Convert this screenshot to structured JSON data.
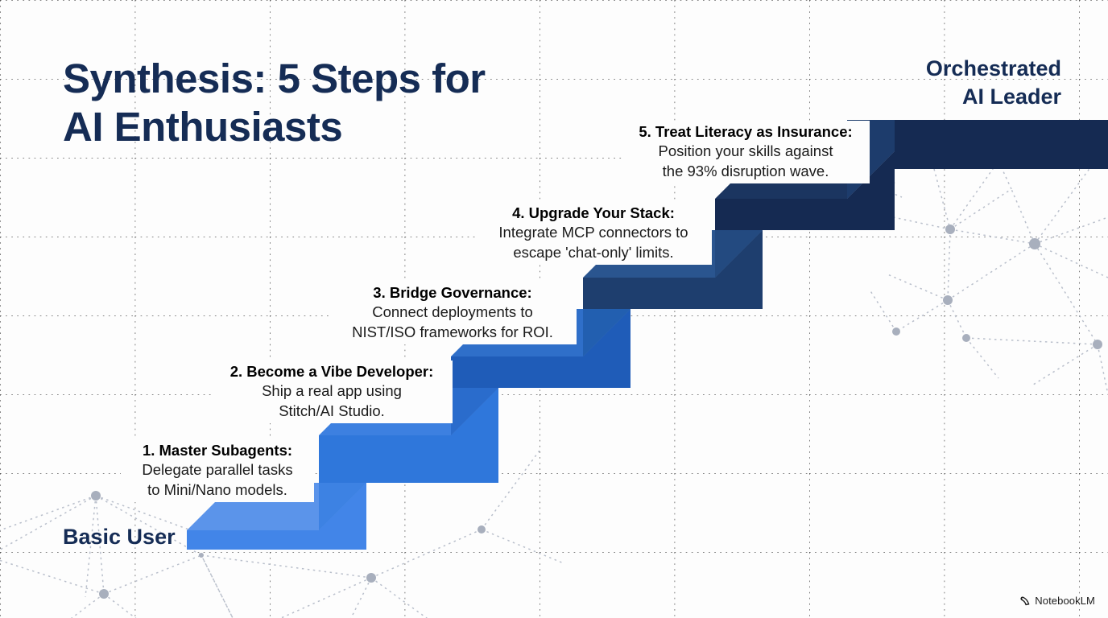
{
  "slide": {
    "title": "Synthesis: 5 Steps for AI Enthusiasts",
    "title_line1": "Synthesis: 5 Steps for",
    "title_line2": "AI Enthusiasts",
    "background_color": "#fdfdfd"
  },
  "axis_labels": {
    "start": "Basic User",
    "end_line1": "Orchestrated",
    "end_line2": "AI Leader",
    "end": "Orchestrated AI Leader"
  },
  "steps": [
    {
      "number": "1.",
      "heading": "1. Master Subagents:",
      "body_line1": "Delegate parallel tasks",
      "body_line2": "to Mini/Nano models.",
      "body": "Delegate parallel tasks to Mini/Nano models.",
      "color_top": "#5b94ea",
      "color_face": "#4285e8"
    },
    {
      "number": "2.",
      "heading": "2. Become a Vibe Developer:",
      "body_line1": "Ship a real app using",
      "body_line2": "Stitch/AI Studio.",
      "body": "Ship a real app using Stitch/AI Studio.",
      "color_top": "#3d80e0",
      "color_face": "#1f5cb8"
    },
    {
      "number": "3.",
      "heading": "3. Bridge Governance:",
      "body_line1": "Connect deployments to",
      "body_line2": "NIST/ISO frameworks for ROI.",
      "body": "Connect deployments to NIST/ISO frameworks for ROI.",
      "color_top": "#2f6fc9",
      "color_face": "#1a539f"
    },
    {
      "number": "4.",
      "heading": "4. Upgrade Your Stack:",
      "body_line1": "Integrate MCP connectors to",
      "body_line2": "escape 'chat-only' limits.",
      "body": "Integrate MCP connectors to escape 'chat-only' limits.",
      "color_top": "#2a558f",
      "color_face": "#1e3e6e"
    },
    {
      "number": "5.",
      "heading": "5. Treat Literacy as Insurance:",
      "body_line1": "Position your skills against",
      "body_line2": "the 93% disruption wave.",
      "body": "Position your skills against the 93% disruption wave.",
      "color_top": "#1b3560",
      "color_face": "#152a52"
    }
  ],
  "watermark": {
    "label": "NotebookLM",
    "icon": "notebooklm-spiral-icon"
  },
  "palette": {
    "navy_text": "#152c55",
    "body_text": "#111111",
    "grid_dot": "#4a4a4a",
    "network_node": "#a8afbd",
    "network_edge": "#b9bfcb"
  }
}
